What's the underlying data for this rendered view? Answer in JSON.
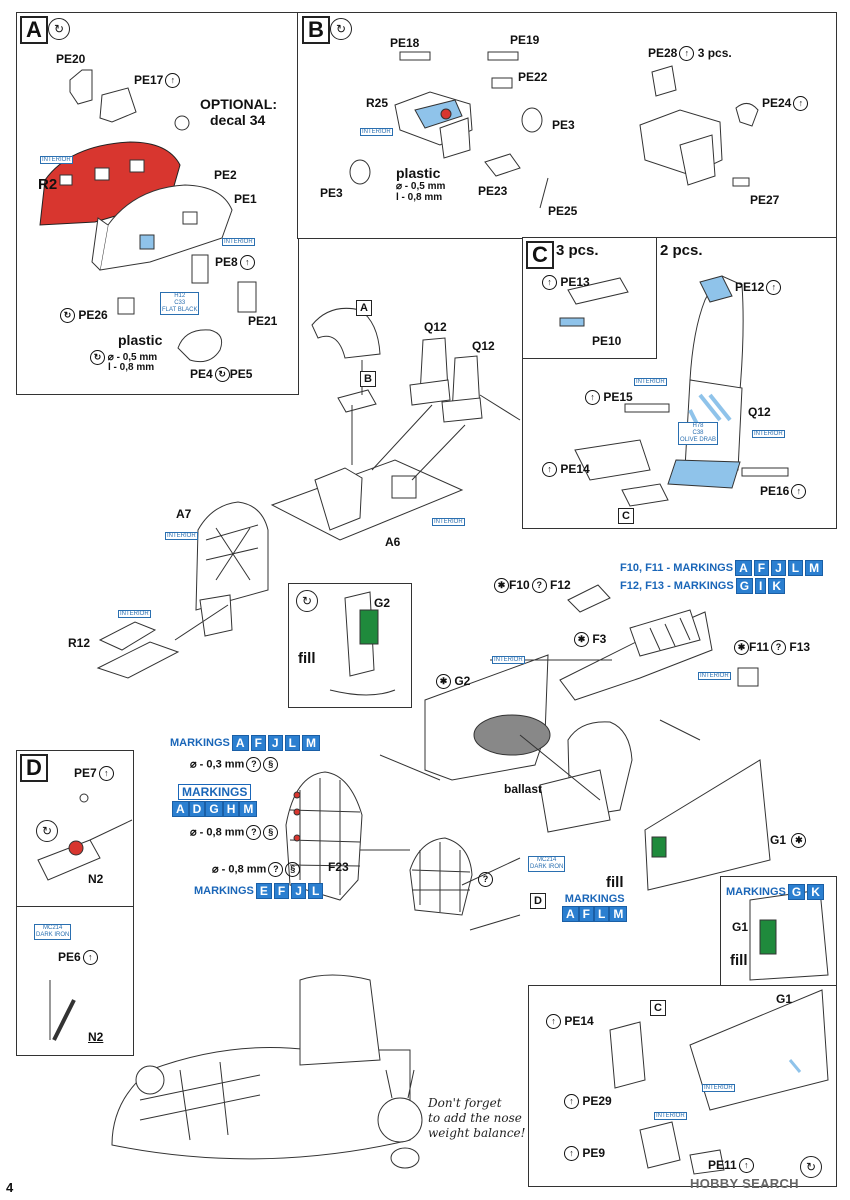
{
  "page_number": "4",
  "watermark": "HOBBY SEARCH",
  "sections": {
    "A": {
      "letter": "A",
      "labels": [
        "PE20",
        "PE17",
        "R2",
        "PE2",
        "PE1",
        "PE8",
        "PE26",
        "PE21",
        "PE4",
        "PE5"
      ],
      "optional_line1": "OPTIONAL:",
      "optional_line2": "decal 34",
      "plastic": "plastic",
      "dim1": "⌀ - 0,5 mm",
      "dim2": "l - 0,8 mm",
      "paint": {
        "code": "H12",
        "name": "C33",
        "desc": "FLAT BLACK"
      },
      "interior": "INTERIOR"
    },
    "B": {
      "letter": "B",
      "labels": [
        "PE18",
        "PE19",
        "PE22",
        "R25",
        "PE3",
        "PE3",
        "PE23",
        "PE25",
        "PE28",
        "PE24",
        "PE27"
      ],
      "pe28_count": "3 pcs.",
      "plastic": "plastic",
      "dim1": "⌀ - 0,5 mm",
      "dim2": "l - 0,8 mm",
      "interior": "INTERIOR"
    },
    "C": {
      "letter": "C",
      "count_left": "3 pcs.",
      "count_right": "2 pcs.",
      "labels": [
        "PE13",
        "PE10",
        "PE12",
        "PE15",
        "Q12",
        "PE14",
        "PE16"
      ],
      "paint": {
        "code": "H78",
        "name": "C38",
        "desc": "OLIVE DRAB"
      },
      "interior": "INTERIOR"
    },
    "main": {
      "labels": [
        "A",
        "B",
        "Q12",
        "Q12",
        "A6",
        "A7",
        "R12",
        "C"
      ],
      "interior": "INTERIOR"
    },
    "fuselage": {
      "g2_inset_label": "G2",
      "fill": "fill",
      "labels": [
        "F10",
        "F12",
        "F3",
        "F11",
        "F13",
        "G2",
        "G1"
      ],
      "ballast": "ballast",
      "markings_line1": "F10, F11 - MARKINGS",
      "markings_line1_codes": [
        "A",
        "F",
        "J",
        "L",
        "M"
      ],
      "markings_line2": "F12, F13 - MARKINGS",
      "markings_line2_codes": [
        "G",
        "I",
        "K"
      ],
      "g1_fill_markings": "MARKINGS",
      "g1_fill_codes": [
        "A",
        "F",
        "L",
        "M"
      ],
      "inset_markings": "MARKINGS",
      "inset_codes": [
        "G",
        "K"
      ],
      "interior": "INTERIOR"
    },
    "nose": {
      "markings_top": "MARKINGS",
      "markings_top_codes": [
        "A",
        "F",
        "J",
        "L",
        "M"
      ],
      "drill_1": "⌀ - 0,3 mm",
      "markings_mid": "MARKINGS",
      "markings_mid_codes": [
        "A",
        "D",
        "G",
        "H",
        "M"
      ],
      "drill_2": "⌀ - 0,8 mm",
      "drill_3": "⌀ - 0,8 mm",
      "part": "F23",
      "markings_bottom": "MARKINGS",
      "markings_bottom_codes": [
        "E",
        "F",
        "J",
        "L"
      ],
      "paint": {
        "code": "MC214",
        "desc": "DARK IRON"
      },
      "d_ref": "D"
    },
    "D": {
      "letter": "D",
      "labels": [
        "PE7",
        "N2",
        "PE6",
        "N2"
      ],
      "paint": {
        "code": "MC214",
        "desc": "DARK IRON"
      }
    },
    "bottom_right": {
      "labels": [
        "PE14",
        "C",
        "G1",
        "PE29",
        "PE9",
        "PE11"
      ],
      "interior": "INTERIOR"
    },
    "note": [
      "Don't forget",
      "to add the nose",
      "weight balance!"
    ]
  },
  "colors": {
    "panel_red": "#d8362f",
    "fill_green": "#1f8a3c",
    "markings_blue": "#2b7fd0",
    "tag_blue": "#2a6fb0",
    "window_blue": "#8fc3ea"
  }
}
